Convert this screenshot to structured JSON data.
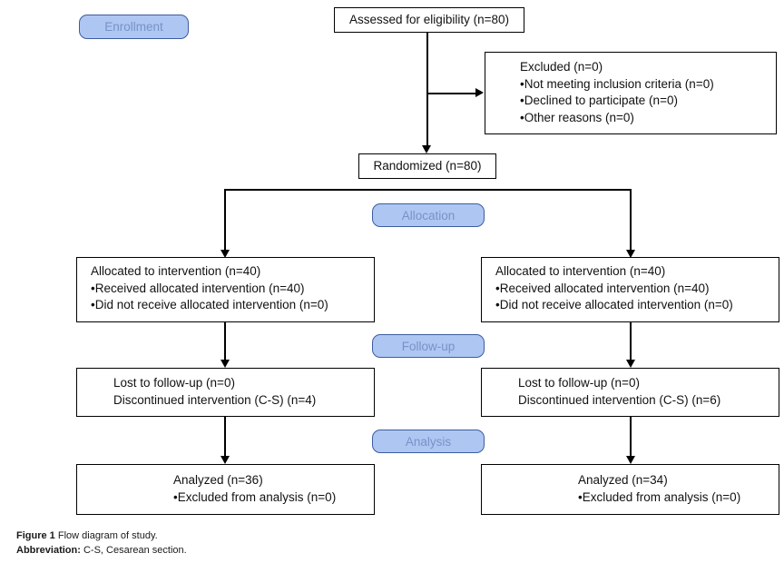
{
  "diagram": {
    "stages": {
      "enrollment": "Enrollment",
      "allocation": "Allocation",
      "followup": "Follow-up",
      "analysis": "Analysis"
    },
    "assessed": {
      "title": "Assessed for eligibility (n=80)"
    },
    "excluded": {
      "title": "Excluded (n=0)",
      "bullets": [
        "Not meeting inclusion criteria (n=0)",
        "Declined to participate (n=0)",
        "Other reasons (n=0)"
      ]
    },
    "randomized": {
      "title": "Randomized (n=80)"
    },
    "allocation_left": {
      "title": "Allocated to intervention (n=40)",
      "bullets": [
        "Received allocated intervention (n=40)",
        "Did not receive allocated intervention (n=0)"
      ]
    },
    "allocation_right": {
      "title": "Allocated to intervention (n=40)",
      "bullets": [
        "Received allocated intervention (n=40)",
        "Did not receive allocated intervention (n=0)"
      ]
    },
    "followup_left": {
      "lines": [
        "Lost to follow-up (n=0)",
        "Discontinued intervention (C-S) (n=4)"
      ]
    },
    "followup_right": {
      "lines": [
        "Lost to follow-up (n=0)",
        "Discontinued intervention (C-S) (n=6)"
      ]
    },
    "analysis_left": {
      "title": "Analyzed (n=36)",
      "bullets": [
        "Excluded from analysis (n=0)"
      ]
    },
    "analysis_right": {
      "title": "Analyzed (n=34)",
      "bullets": [
        "Excluded from analysis (n=0)"
      ]
    },
    "caption": {
      "figure_label": "Figure 1",
      "figure_text": " Flow diagram of study.",
      "abbreviation_label": "Abbreviation:",
      "abbreviation_text": " C-S, Cesarean section."
    },
    "colors": {
      "stage_fill": "#aec6f2",
      "stage_border": "#3d5c9e",
      "stage_text": "#7792c8",
      "box_border": "#000000",
      "background": "#ffffff"
    }
  }
}
